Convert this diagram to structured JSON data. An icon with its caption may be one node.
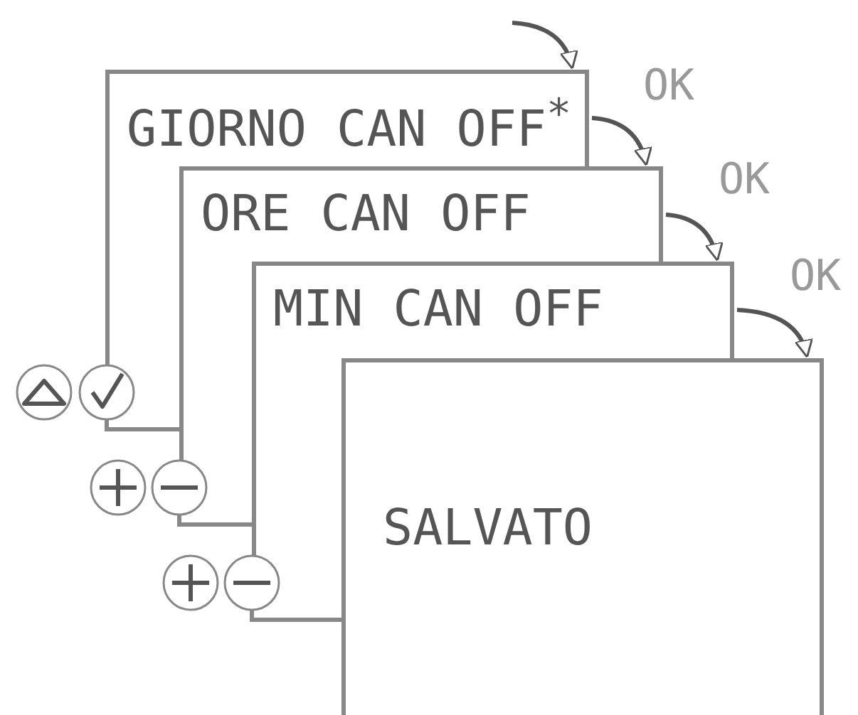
{
  "diagram": {
    "nodes": [
      {
        "text": [
          "GIORNO CAN OFF$^{*}$"
        ]
      },
      {
        "text": [
          "ORE CAN OFF"
        ]
      },
      {
        "text": [
          "MIN CAN OFF"
        ]
      },
      {
        "text": [
          "SALVATO"
        ]
      },
      {
        "text": [],
        "shape": "circle"
      },
      {
        "text": [],
        "shape": "circle"
      },
      {
        "text": [],
        "shape": "circle"
      },
      {
        "text": [],
        "shape": "circle"
      },
      {
        "text": [],
        "shape": "circle"
      },
      {
        "text": [],
        "shape": "circle"
      }
    ],
    "edges": [
      {
        "from": null,
        "to": 0,
        "arrow": "to"
      },
      {
        "from": 0,
        "to": 1,
        "arrow": "to",
        "label": "OK"
      },
      {
        "from": 1,
        "to": 2,
        "arrow": "to",
        "label": "OK"
      },
      {
        "from": 2,
        "to": 3,
        "arrow": "to",
        "label": "OK"
      },
      {
        "from": 0,
        "to": 5,
        "arrow": "none"
      },
      {
        "from": 5,
        "to": 1,
        "arrow": "none"
      },
      {
        "from": 1,
        "to": 7,
        "arrow": "none"
      },
      {
        "from": 7,
        "to": 2,
        "arrow": "none"
      },
      {
        "from": 2,
        "to": 9,
        "arrow": "none"
      },
      {
        "from": 9,
        "to": 3,
        "arrow": "none"
      }
    ]
  }
}
